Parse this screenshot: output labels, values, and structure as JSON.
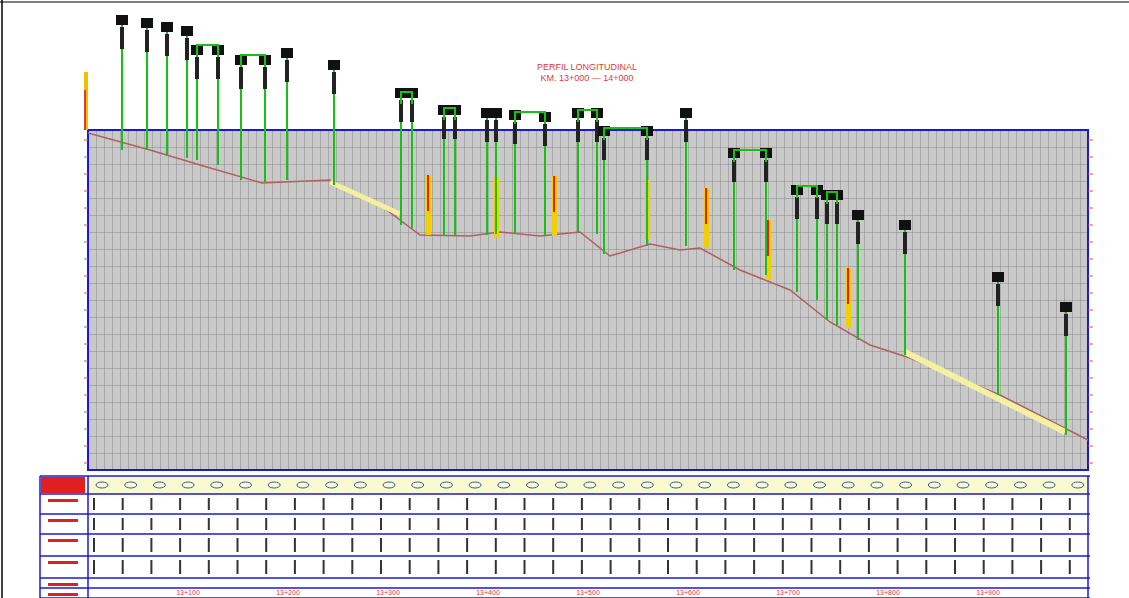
{
  "diagram": {
    "title": "PERFIL LONGITUDINAL",
    "labels": [
      "KM. 13+000 — 14+000",
      "13+100",
      "13+200",
      "13+300",
      "13+400",
      "13+500",
      "13+600",
      "13+700",
      "13+800",
      "13+900"
    ]
  }
}
